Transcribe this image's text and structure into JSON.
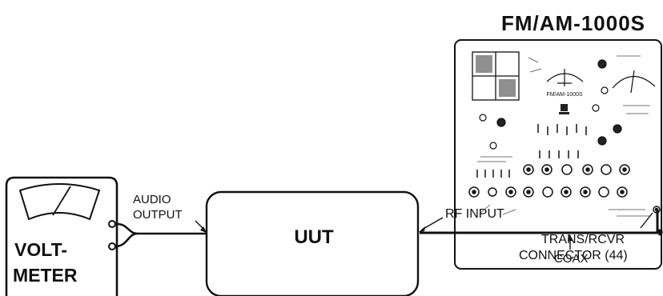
{
  "test_set": {
    "model_label": "FM/AM-1000S",
    "panel_model_text": "FM/AM-1000S"
  },
  "voltmeter": {
    "label_line1": "VOLT-",
    "label_line2": "METER"
  },
  "uut": {
    "label": "UUT"
  },
  "labels": {
    "audio_output_line1": "AUDIO",
    "audio_output_line2": "OUTPUT",
    "rf_input": "RF INPUT",
    "trans_rcvr_line1": "TRANS/RCVR",
    "trans_rcvr_line2": "CONNECTOR (44)",
    "coax": "COAX"
  }
}
